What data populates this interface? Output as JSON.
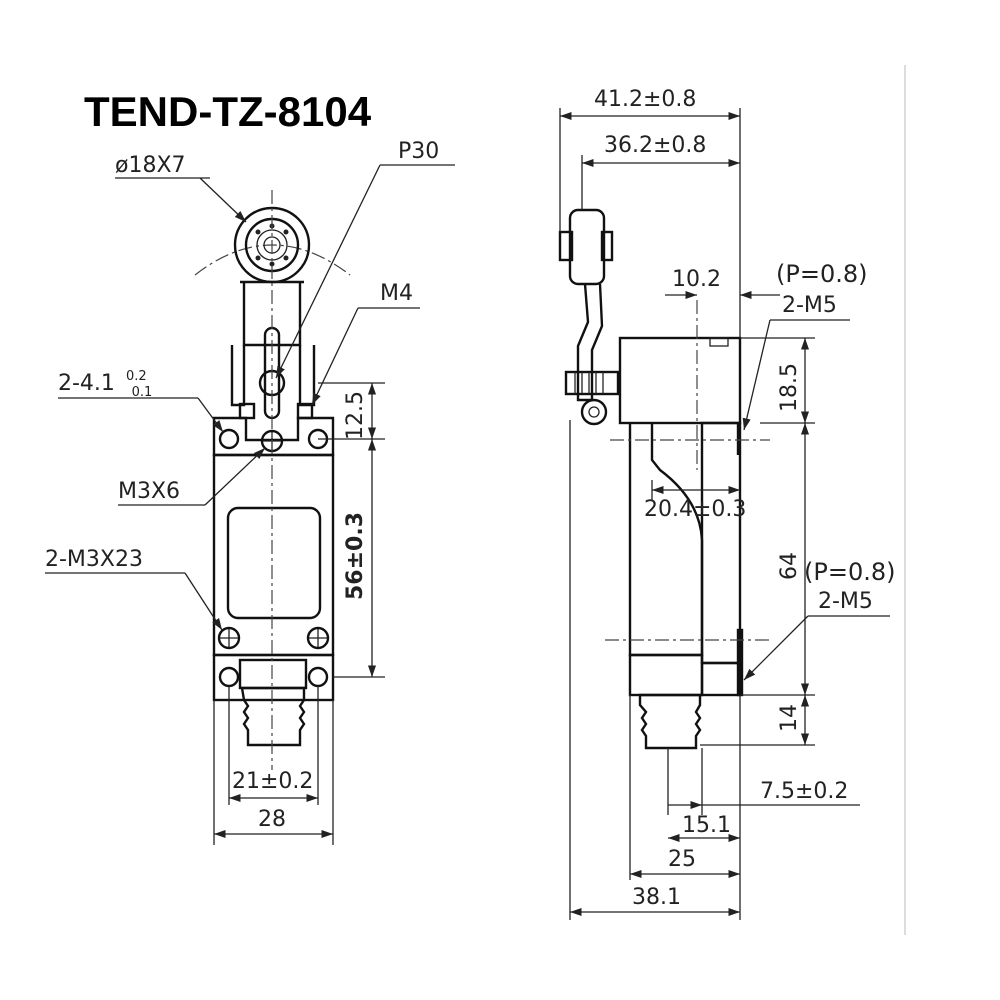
{
  "title": "TEND-TZ-8104",
  "front_view": {
    "roller_label": "ø18X7",
    "lever_label": "P30",
    "screw_m4": "M4",
    "holes_label": "2-4.1",
    "holes_tol_upper": "0.2",
    "holes_tol_lower": "0.1",
    "screw_m3x6": "M3X6",
    "screws_m3x23": "2-M3X23",
    "dim_height_small": "12.5",
    "dim_height_main": "56±0.3",
    "dim_hole_spacing": "21±0.2",
    "dim_width": "28"
  },
  "side_view": {
    "dim_overall_top": "41.2±0.8",
    "dim_lever_offset": "36.2±0.8",
    "dim_10_2": "10.2",
    "pitch_upper": "(P=0.8)",
    "thread_upper": "2-M5",
    "dim_18_5": "18.5",
    "dim_20_4": "20.4±0.3",
    "dim_64": "64",
    "pitch_lower": "(P=0.8)",
    "thread_lower": "2-M5",
    "dim_14": "14",
    "dim_7_5": "7.5±0.2",
    "dim_15_1": "15.1",
    "dim_25": "25",
    "dim_38_1": "38.1"
  }
}
